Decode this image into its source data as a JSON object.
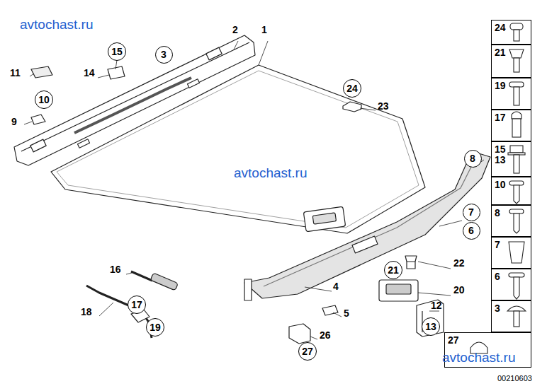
{
  "diagram": {
    "nodes": [
      {
        "text": [
          "15"
        ]
      },
      {
        "text": [
          "3"
        ]
      },
      {
        "text": [
          "10"
        ]
      },
      {
        "text": [
          "24"
        ]
      },
      {
        "text": [
          "8"
        ]
      },
      {
        "text": [
          "7"
        ]
      },
      {
        "text": [
          "6"
        ]
      },
      {
        "text": [
          "21"
        ]
      },
      {
        "text": [
          "17"
        ]
      },
      {
        "text": [
          "19"
        ]
      },
      {
        "text": [
          "13"
        ]
      },
      {
        "text": [
          "27"
        ]
      },
      {
        "text": [
          "24"
        ]
      },
      {
        "text": [
          "21"
        ]
      },
      {
        "text": [
          "19"
        ]
      },
      {
        "text": [
          "17"
        ]
      },
      {
        "text": [
          "15",
          "13"
        ]
      },
      {
        "text": [
          "10"
        ]
      },
      {
        "text": [
          "8"
        ]
      },
      {
        "text": [
          "7"
        ]
      },
      {
        "text": [
          "6"
        ]
      },
      {
        "text": [
          "3"
        ]
      },
      {
        "text": [
          "27"
        ]
      }
    ],
    "labels": [
      "avtochast.ru",
      "2",
      "1",
      "11",
      "14",
      "9",
      "23",
      "16",
      "18",
      "4",
      "5",
      "22",
      "20",
      "12",
      "26",
      "avtochast.ru",
      "avtochast.ru",
      "00210603"
    ]
  }
}
